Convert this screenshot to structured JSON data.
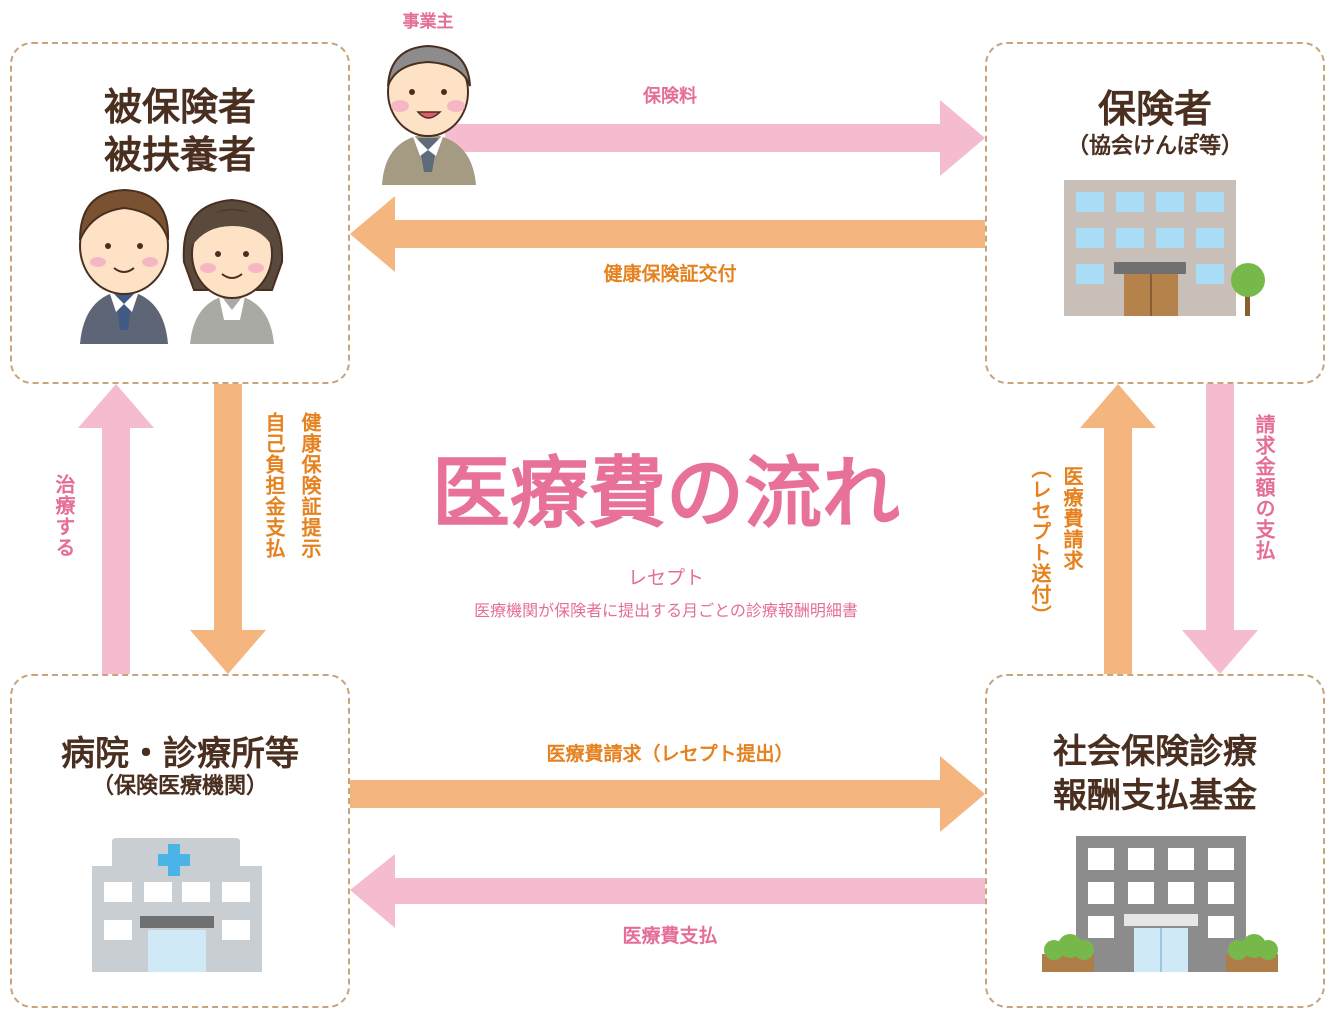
{
  "title": "医療費の流れ",
  "receipt": {
    "term": "レセプト",
    "definition": "医療機関が保険者に提出する月ごとの診療報酬明細書"
  },
  "nodes": {
    "insured": {
      "line1": "被保険者",
      "line2": "被扶養者"
    },
    "insurer": {
      "line1": "保険者",
      "line2": "（協会けんぽ等）"
    },
    "hospital": {
      "line1": "病院・診療所等",
      "line2": "（保険医療機関）"
    },
    "fund": {
      "line1": "社会保険診療",
      "line2": "報酬支払基金"
    },
    "employer": "事業主"
  },
  "edges": {
    "premium": "保険料",
    "card_issue": "健康保険証交付",
    "treatment": "治療する",
    "card_show": "健康保険証提示",
    "copay": "自己負担金支払",
    "claim_submit": "医療費請求（レセプト提出）",
    "payment": "医療費支払",
    "claim_forward_1": "医療費請求",
    "claim_forward_2": "（レセプト送付）",
    "billed_payment": "請求金額の支払"
  },
  "colors": {
    "pink_arrow": "#f5bccf",
    "orange_arrow": "#f4b57f",
    "pink_text": "#e56e98",
    "orange_text": "#e5821f",
    "box_border": "#c9a37c"
  }
}
